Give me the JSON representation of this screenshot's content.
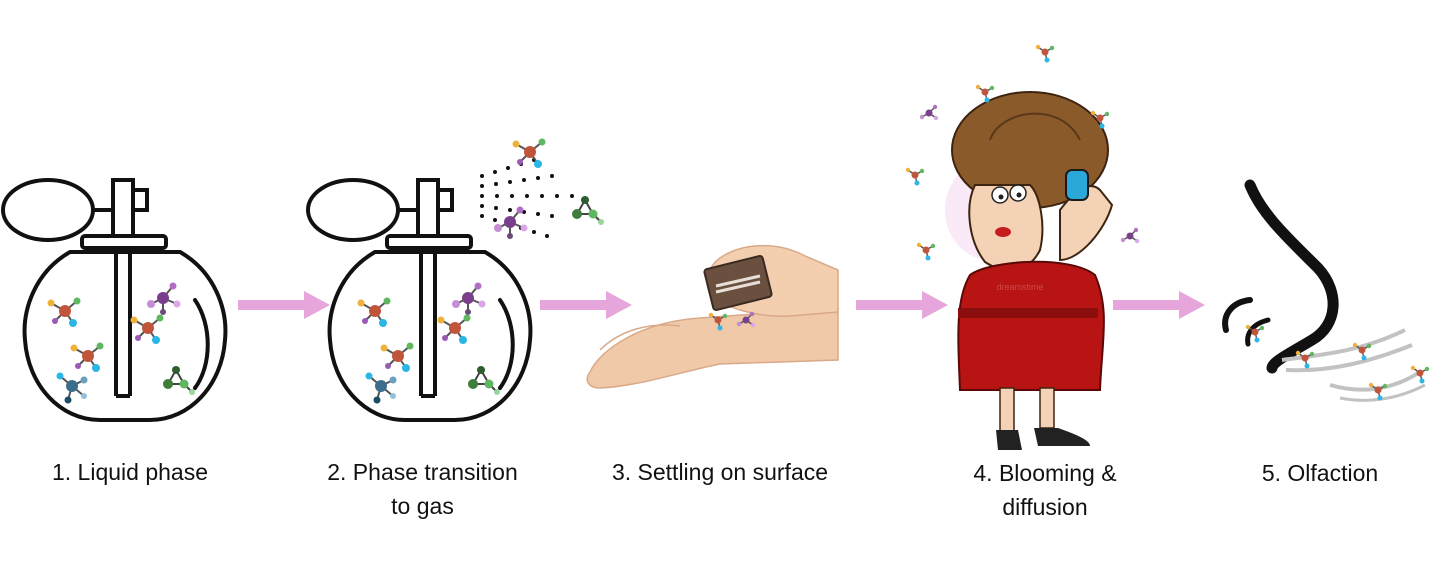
{
  "steps": [
    {
      "label": "1. Liquid phase"
    },
    {
      "label": "2. Phase transition",
      "label2": "to gas"
    },
    {
      "label": "3. Settling on surface"
    },
    {
      "label": "4. Blooming &",
      "label2": "diffusion"
    },
    {
      "label": "5. Olfaction"
    }
  ],
  "watermark": "dreamstime",
  "colors": {
    "arrow": "#e6a6dc",
    "bottle_stroke": "#111111",
    "dress": "#b81414",
    "hair": "#8b5a2b",
    "skin": "#f3d2b6",
    "mist": "#c2c2c2"
  }
}
